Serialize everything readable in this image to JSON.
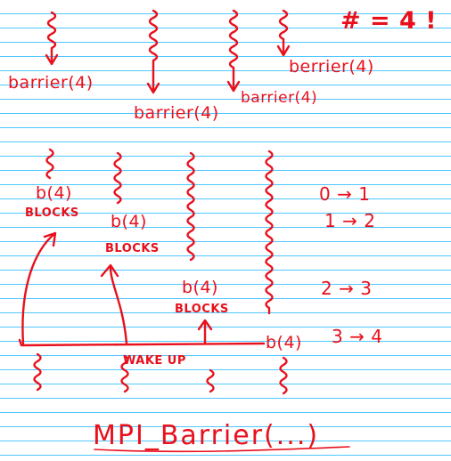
{
  "top_section": {
    "calls": [
      "barrier(4)",
      "barrier(4)",
      "barrier(4)",
      "berrier(4)"
    ],
    "count_label": "# = 4 !"
  },
  "bottom_section": {
    "block_calls": [
      "b(4)",
      "b(4)",
      "b(4)",
      "b(4)"
    ],
    "blocks_labels": [
      "BLOCKS",
      "BLOCKS",
      "BLOCKS"
    ],
    "wake_label": "WAKE UP",
    "counter_steps": [
      "0 → 1",
      "1 → 2",
      "2 → 3",
      "3 → 4"
    ]
  },
  "footer": {
    "title": "MPI_Barrier(...)"
  },
  "colors": {
    "ink": "#e8101c",
    "rule_lines": "#4fc7ff",
    "paper": "#ffffff"
  }
}
